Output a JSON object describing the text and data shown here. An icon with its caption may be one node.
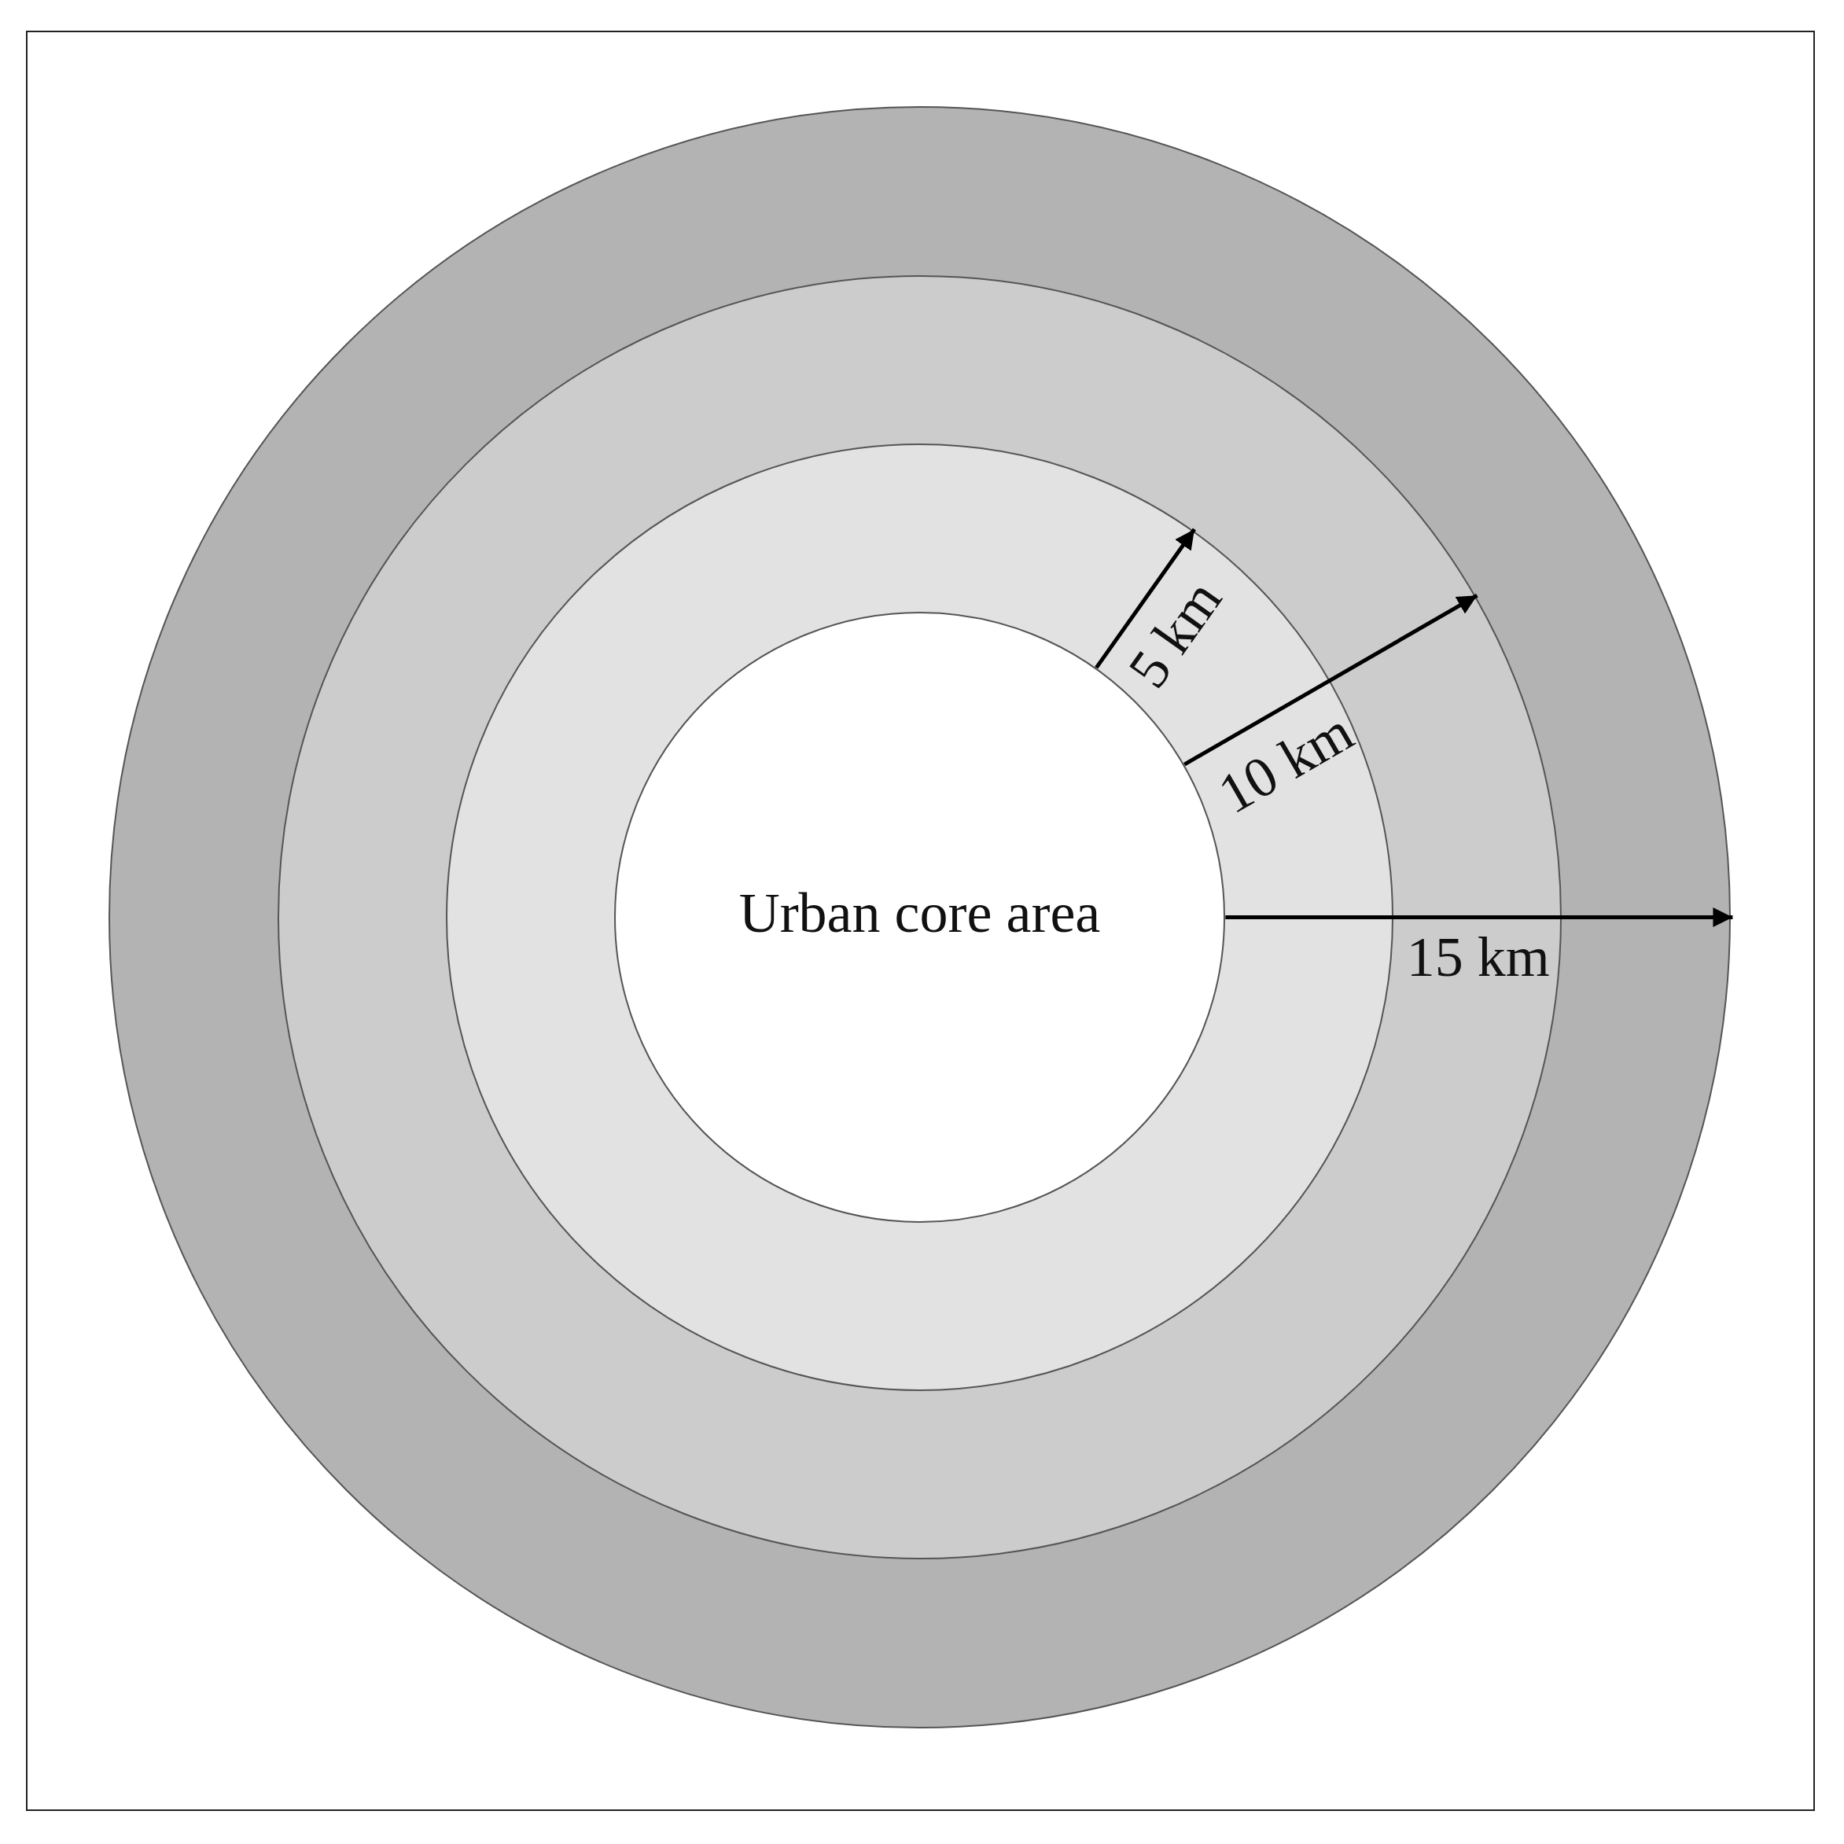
{
  "diagram": {
    "nodes": [
      {
        "text": [],
        "shape": "circle"
      },
      {
        "text": [],
        "shape": "circle",
        "in": 0
      },
      {
        "text": [],
        "shape": "circle",
        "in": 1
      },
      {
        "text": [
          "Urban core area"
        ],
        "in": 2
      }
    ],
    "edges": [
      {
        "from": 3,
        "to": 2,
        "arrow": "to",
        "label": "5 km"
      },
      {
        "from": 3,
        "to": 1,
        "arrow": "to",
        "label": "10 km"
      },
      {
        "from": 3,
        "to": 0,
        "arrow": "to",
        "label": "15 km"
      }
    ]
  }
}
